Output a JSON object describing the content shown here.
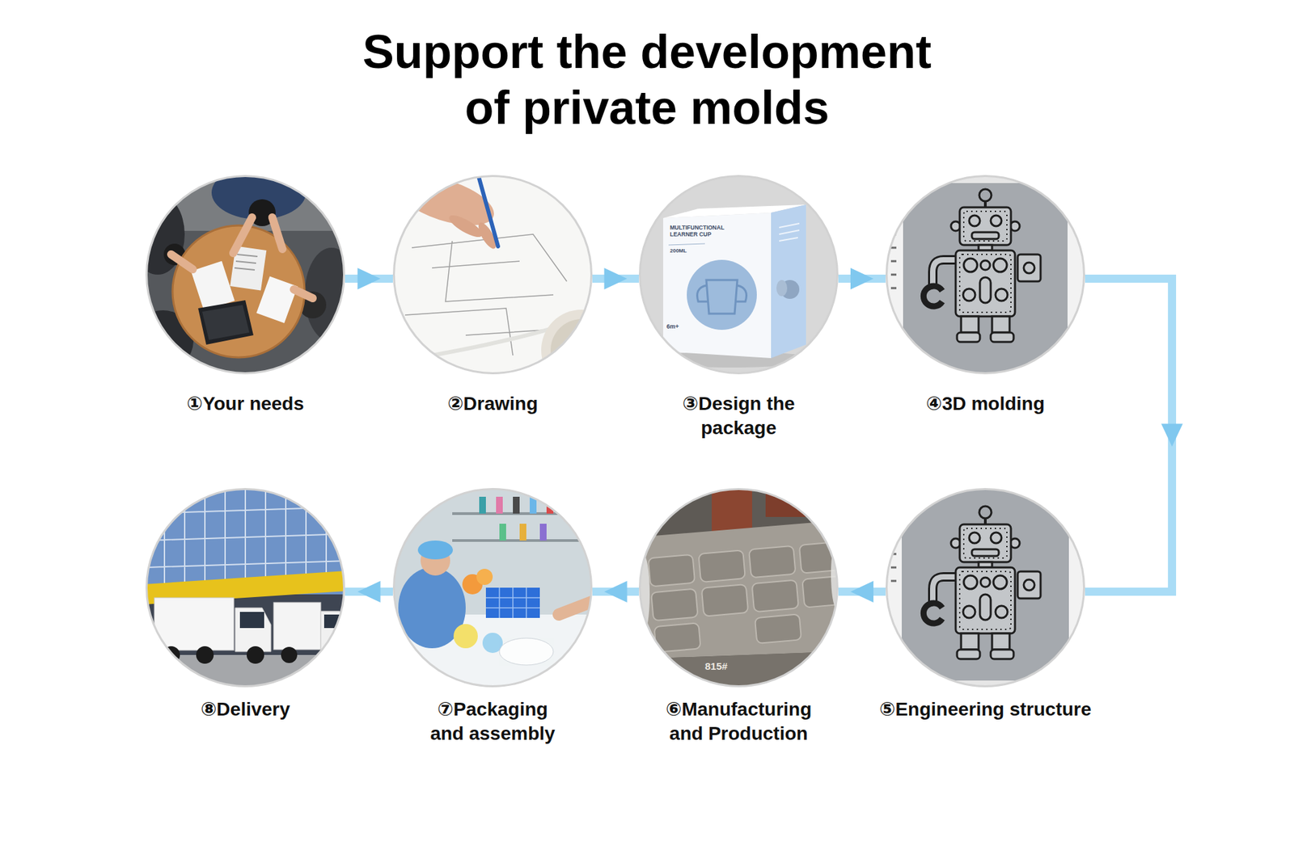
{
  "diagram": {
    "title": "Support the development of private molds",
    "nodes": [
      {
        "text": [
          "①Your needs"
        ]
      },
      {
        "text": [
          "②Drawing"
        ]
      },
      {
        "text": [
          "③Design the package"
        ]
      },
      {
        "text": [
          "④3D molding"
        ]
      },
      {
        "text": [
          "⑤Engineering structure"
        ]
      },
      {
        "text": [
          "⑥Manufacturing and Production"
        ]
      },
      {
        "text": [
          "⑦Packaging and assembly"
        ]
      },
      {
        "text": [
          "⑧Delivery"
        ]
      }
    ],
    "edges": [
      {
        "from": 0,
        "to": 1,
        "arrow": "to"
      },
      {
        "from": 1,
        "to": 2,
        "arrow": "to"
      },
      {
        "from": 2,
        "to": 3,
        "arrow": "to"
      },
      {
        "from": 3,
        "to": 4,
        "arrow": "to"
      },
      {
        "from": 4,
        "to": 5,
        "arrow": "to"
      },
      {
        "from": 5,
        "to": 6,
        "arrow": "to"
      },
      {
        "from": 6,
        "to": 7,
        "arrow": "to"
      }
    ],
    "labels": [
      "MULTIFUNCTIONAL LEARNER CUP",
      "200ML",
      "6m+",
      "815#"
    ]
  }
}
